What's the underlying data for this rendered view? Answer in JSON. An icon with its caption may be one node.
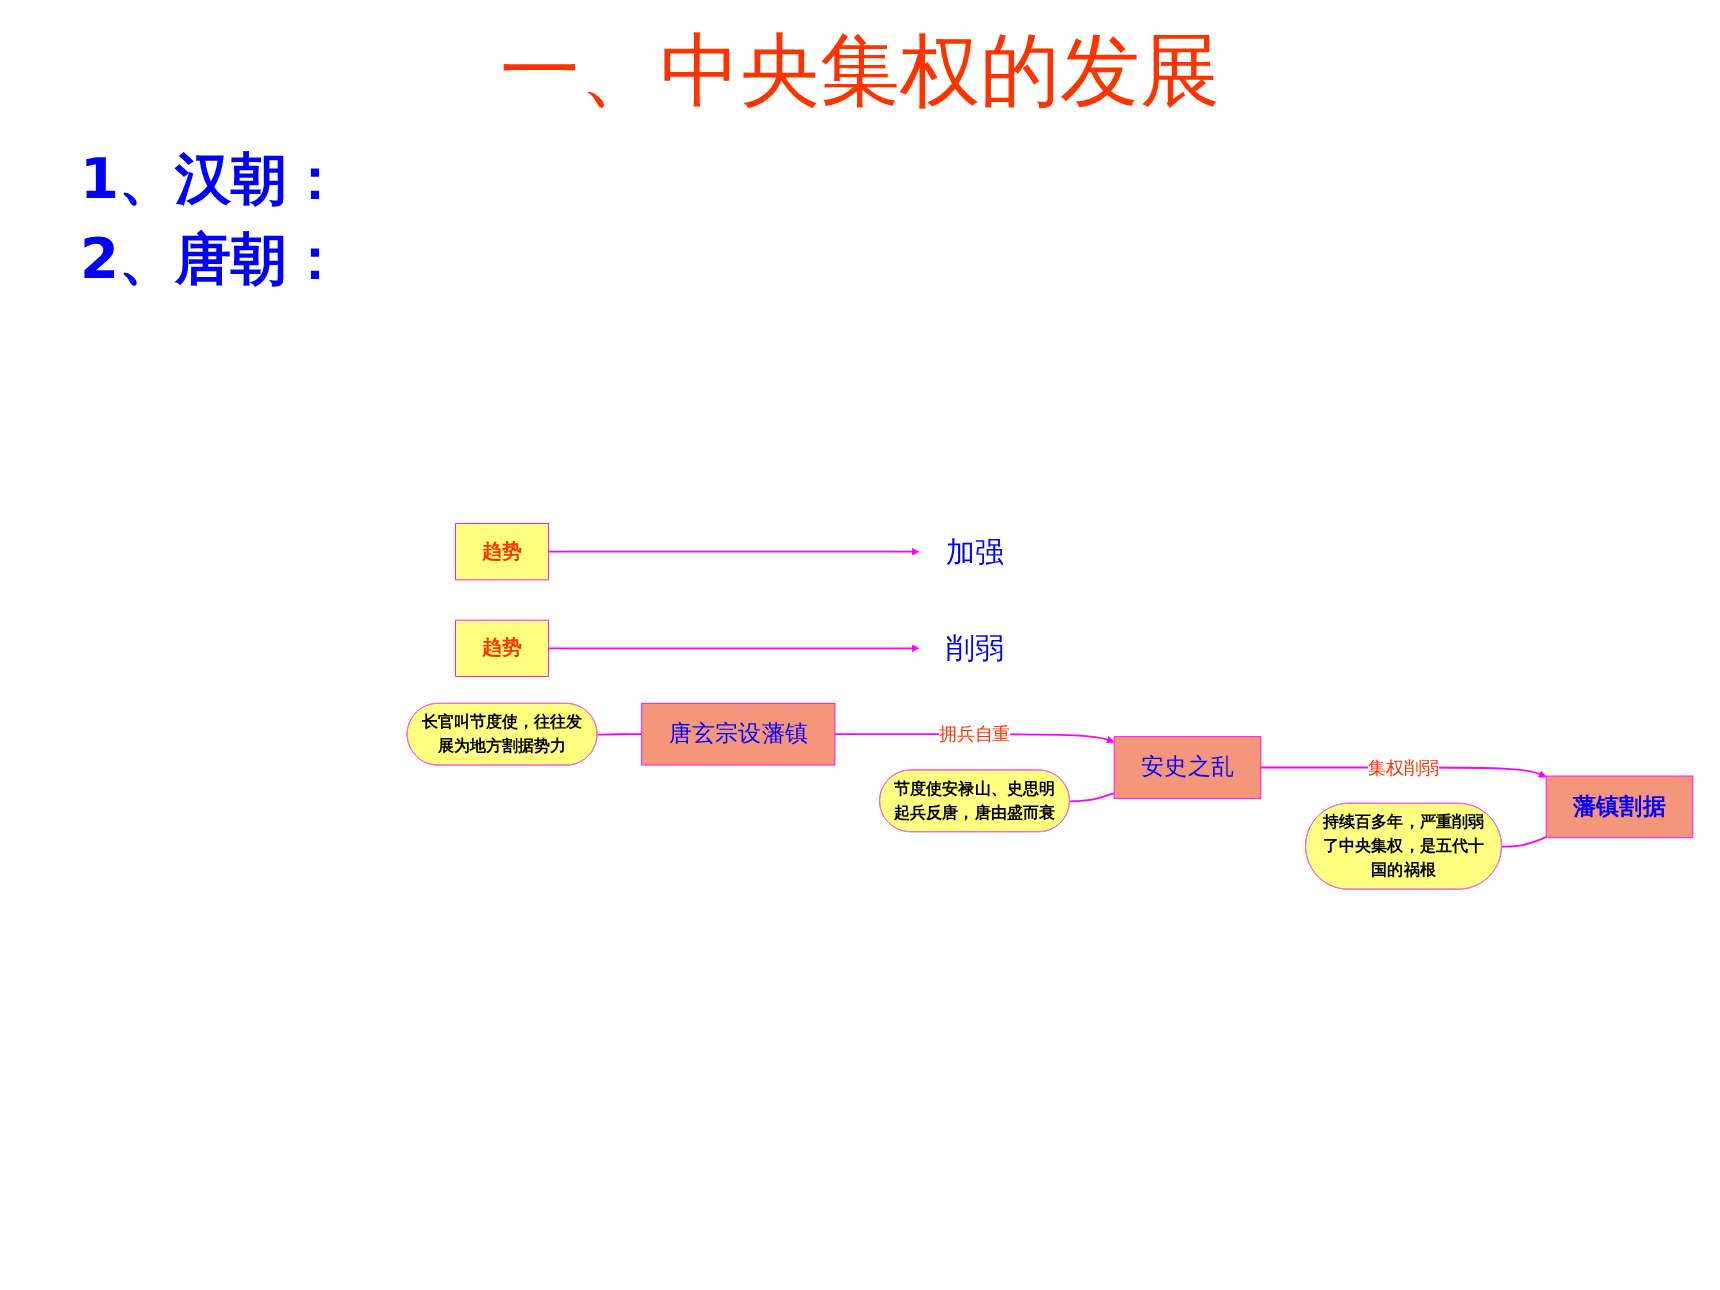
{
  "diagram": {
    "title": "一、中央集权的发展",
    "nodes": [
      {
        "text": [
          "趋势"
        ]
      },
      {
        "text": [
          "加强"
        ]
      },
      {
        "text": [
          "趋势"
        ]
      },
      {
        "text": [
          "削弱"
        ]
      },
      {
        "text": [
          "唐玄宗设藩镇"
        ]
      },
      {
        "text": [
          "安史之乱"
        ]
      },
      {
        "text": [
          "藩镇割据"
        ]
      },
      {
        "text": [
          "长官叫节度使，往往发展为地方割据势力"
        ]
      },
      {
        "text": [
          "节度使安禄山、史思明起兵反唐，唐由盛而衰"
        ]
      },
      {
        "text": [
          "持续百多年，严重削弱了中央集权，是五代十国的祸根"
        ]
      }
    ],
    "edges": [
      {
        "from": 0,
        "to": 1,
        "arrow": "to"
      },
      {
        "from": 2,
        "to": 3,
        "arrow": "to"
      },
      {
        "from": 4,
        "to": 5,
        "arrow": "to",
        "label": "拥兵自重"
      },
      {
        "from": 5,
        "to": 6,
        "arrow": "to",
        "label": "集权削弱"
      },
      {
        "from": 7,
        "to": 4,
        "arrow": "none"
      },
      {
        "from": 8,
        "to": 5,
        "arrow": "none"
      },
      {
        "from": 9,
        "to": 6,
        "arrow": "none"
      }
    ],
    "labels": [
      "1、汉朝：",
      "2、唐朝："
    ]
  }
}
